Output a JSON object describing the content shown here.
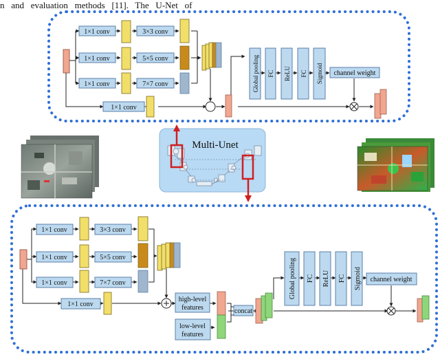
{
  "page_text": "n   and   evaluation   methods   [11].   The   U-Net   of",
  "center": {
    "title": "Multi-Unet"
  },
  "top_module": {
    "conv_1x1_a": "1×1 conv",
    "conv_3x3": "3×3 conv",
    "conv_1x1_b": "1×1 conv",
    "conv_5x5": "5×5 conv",
    "conv_1x1_c": "1×1 conv",
    "conv_7x7": "7×7 conv",
    "conv_1x1_skip": "1×1 conv",
    "global_pooling": "Global pooling",
    "fc1": "FC",
    "relu": "ReLU",
    "fc2": "FC",
    "sigmoid": "Sigmoid",
    "channel_weight": "channel weight"
  },
  "bottom_module": {
    "conv_1x1_a": "1×1 conv",
    "conv_3x3": "3×3 conv",
    "conv_1x1_b": "1×1 conv",
    "conv_5x5": "5×5 conv",
    "conv_1x1_c": "1×1 conv",
    "conv_7x7": "7×7 conv",
    "conv_1x1_skip": "1×1 conv",
    "high_level_line1": "high-level",
    "high_level_line2": "features",
    "low_level_line1": "low-level",
    "low_level_line2": "features",
    "concat": "concat",
    "global_pooling": "Global pooling",
    "fc1": "FC",
    "relu": "ReLU",
    "fc2": "FC",
    "sigmoid": "Sigmoid",
    "channel_weight": "channel weight"
  },
  "colors": {
    "block_fill": "#bcd9ef",
    "block_stroke": "#5b7fa8",
    "dot_border": "#2f6fd6",
    "center_fill": "#b9daf4",
    "red": "#d01f1f",
    "yellow": "#f2df6a",
    "orange": "#c98a1c",
    "steel": "#9fb6cc",
    "salmon": "#f0a68f",
    "green": "#8fd67b"
  }
}
